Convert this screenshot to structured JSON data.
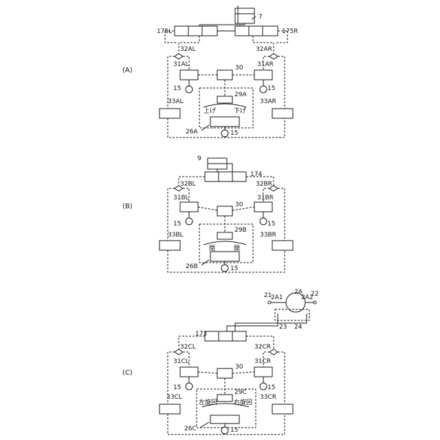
{
  "sections": {
    "A": {
      "caption": "(A)",
      "valves": {
        "left": "175L",
        "right": "175R"
      },
      "top_device": "7",
      "shuttle": {
        "left": "32AL",
        "right": "32AR"
      },
      "mid_valve": {
        "left": "31AL",
        "right": "31AR"
      },
      "controller": "30",
      "low_valve": {
        "left": "33AL",
        "right": "33AR"
      },
      "lever": "29A",
      "lever_text": {
        "left": "上げ",
        "right": "下げ"
      },
      "pilot": "26A",
      "source": "15"
    },
    "B": {
      "caption": "(B)",
      "valve": "174",
      "top_device": "9",
      "shuttle": {
        "left": "32BL",
        "right": "32BR"
      },
      "mid_valve": {
        "left": "31BL",
        "right": "31BR"
      },
      "controller": "30",
      "low_valve": {
        "left": "33BL",
        "right": "33BR"
      },
      "lever": "29B",
      "lever_text": {
        "left": "閉",
        "right": "開"
      },
      "pilot": "26B",
      "source": "15"
    },
    "C": {
      "caption": "(C)",
      "valve": "173",
      "motor": {
        "main": "2A",
        "port_left": "2A1",
        "port_right": "2A2",
        "left_end": "21",
        "right_end": "22",
        "relief_left": "23",
        "relief_right": "24"
      },
      "shuttle": {
        "left": "32CL",
        "right": "32CR"
      },
      "mid_valve": {
        "left": "31CL",
        "right": "31CR"
      },
      "controller": "30",
      "low_valve": {
        "left": "33CL",
        "right": "33CR"
      },
      "lever": "29C",
      "lever_text": {
        "left": "左旋回",
        "right": "右旋回"
      },
      "pilot": "26C",
      "source": "15"
    }
  }
}
